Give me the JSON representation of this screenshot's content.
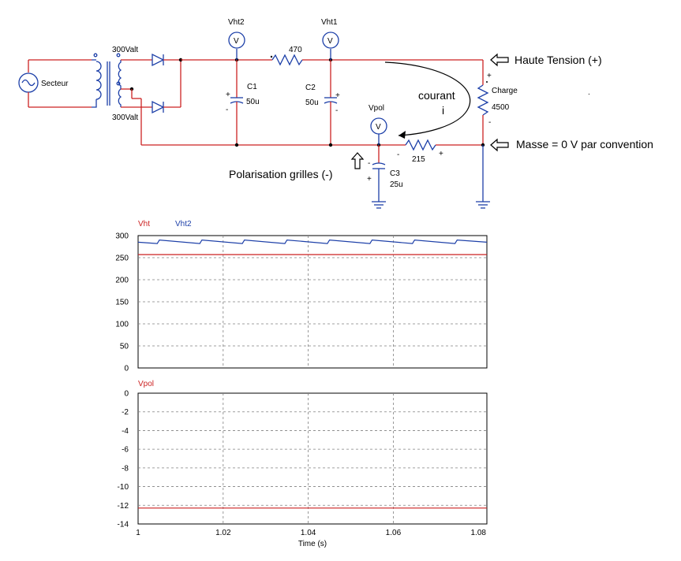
{
  "schematic": {
    "source_label": "Secteur",
    "transformer_top_label": "300Valt",
    "transformer_bottom_label": "300Valt",
    "meter_vht2_label": "Vht2",
    "meter_vht1_label": "Vht1",
    "meter_vpol_label": "Vpol",
    "meter_symbol": "V",
    "resistor_470_label": "470",
    "resistor_215_label": "215",
    "c1_name": "C1",
    "c1_value": "50u",
    "c2_name": "C2",
    "c2_value": "50u",
    "c3_name": "C3",
    "c3_value": "25u",
    "load_name": "Charge",
    "load_value": "4500",
    "courant_label": "courant",
    "courant_symbol": "i",
    "haute_tension_label": "Haute Tension (+)",
    "masse_label": "Masse = 0 V par convention",
    "polarisation_label": "Polarisation grilles (-)",
    "plus_sign": "+",
    "minus_sign": "-",
    "stray_dot": "."
  },
  "chart_data": [
    {
      "type": "line",
      "series": [
        {
          "name": "Vht",
          "color": "#cc2222",
          "values": "flat 257"
        },
        {
          "name": "Vht2",
          "color": "#1c3fa8",
          "values": "sawtooth 280-290"
        }
      ],
      "series_points": {
        "Vht": [
          [
            1.0,
            257
          ],
          [
            1.082,
            257
          ]
        ],
        "Vht2": [
          [
            1.0,
            285
          ],
          [
            1.0045,
            282
          ],
          [
            1.005,
            290
          ],
          [
            1.0145,
            282
          ],
          [
            1.015,
            290
          ],
          [
            1.0245,
            282
          ],
          [
            1.025,
            290
          ],
          [
            1.0345,
            282
          ],
          [
            1.035,
            290
          ],
          [
            1.0445,
            282
          ],
          [
            1.045,
            290
          ],
          [
            1.0545,
            282
          ],
          [
            1.055,
            290
          ],
          [
            1.0645,
            282
          ],
          [
            1.065,
            290
          ],
          [
            1.0745,
            282
          ],
          [
            1.075,
            290
          ],
          [
            1.082,
            285
          ]
        ]
      },
      "yticks": [
        "300",
        "250",
        "200",
        "150",
        "100",
        "50",
        "0"
      ],
      "ylim": [
        0,
        300
      ],
      "xlim": [
        1,
        1.082
      ],
      "grid": true
    },
    {
      "type": "line",
      "series": [
        {
          "name": "Vpol",
          "color": "#cc2222"
        }
      ],
      "series_points": {
        "Vpol": [
          [
            1.0,
            -12.3
          ],
          [
            1.082,
            -12.3
          ]
        ]
      },
      "yticks": [
        "0",
        "-2",
        "-4",
        "-6",
        "-8",
        "-10",
        "-12",
        "-14"
      ],
      "ylim": [
        -14,
        0
      ],
      "xlim": [
        1,
        1.082
      ],
      "xticks": [
        "1",
        "1.02",
        "1.04",
        "1.06",
        "1.08"
      ],
      "xlabel": "Time (s)",
      "grid": true
    }
  ]
}
